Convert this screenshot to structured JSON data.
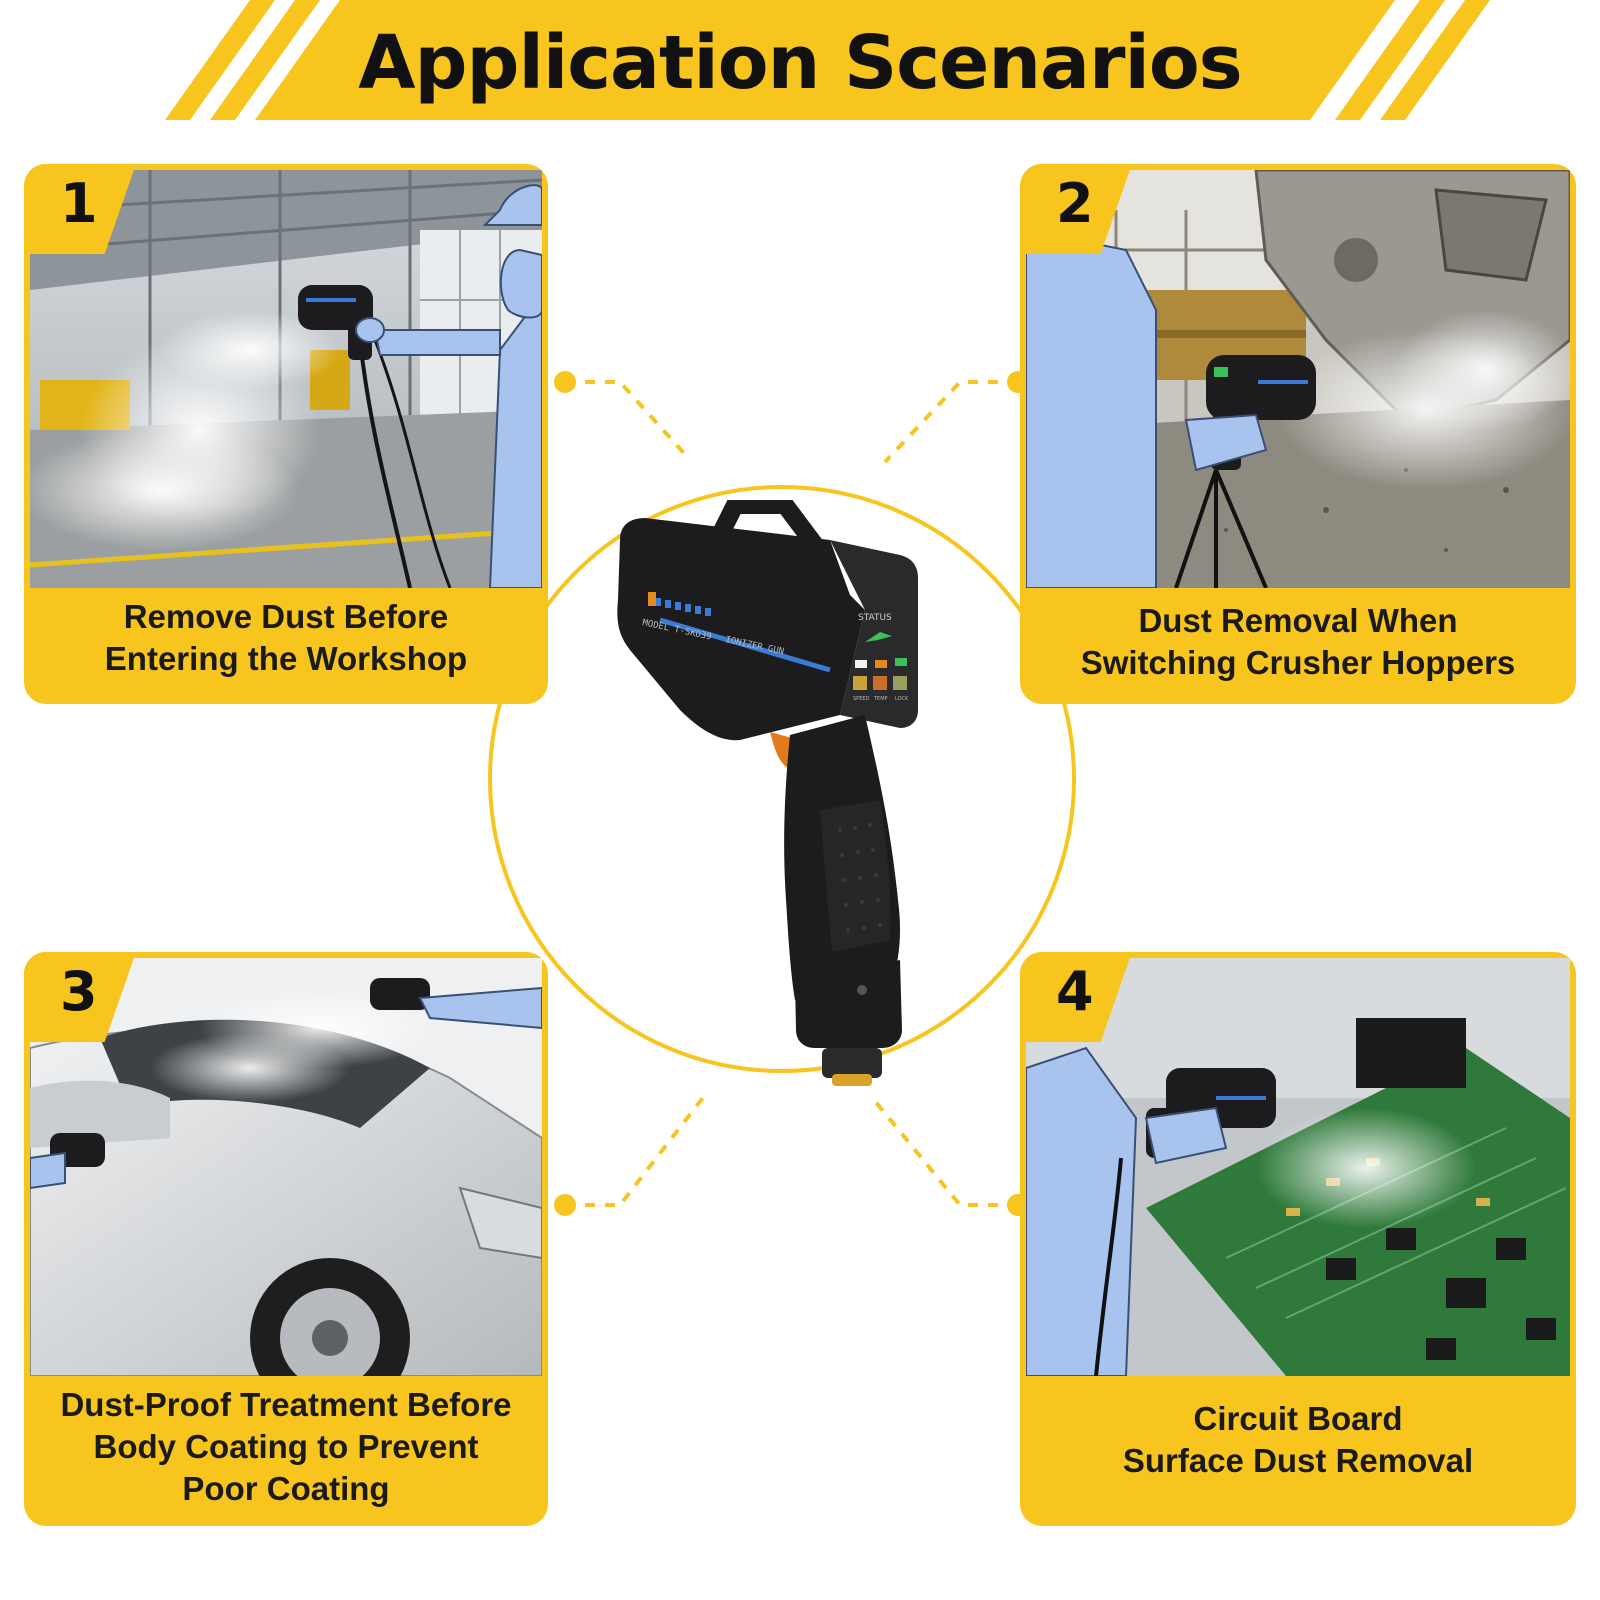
{
  "banner": {
    "title": "Application Scenarios"
  },
  "colors": {
    "accent": "#f7c51e",
    "text": "#111111",
    "glove": "#a9c3ef",
    "device": "#1c1c1e",
    "device_stripe": "#3a7bd5"
  },
  "scenarios": [
    {
      "number": "1",
      "lines": [
        "Remove Dust Before",
        "Entering the Workshop"
      ],
      "image": "workshop-dust-blowing-photo"
    },
    {
      "number": "2",
      "lines": [
        "Dust Removal When",
        "Switching Crusher Hoppers"
      ],
      "image": "crusher-hopper-dust-photo"
    },
    {
      "number": "3",
      "lines": [
        "Dust-Proof Treatment Before",
        "Body Coating to Prevent",
        "Poor Coating"
      ],
      "image": "car-body-coating-photo"
    },
    {
      "number": "4",
      "lines": [
        "Circuit Board",
        "Surface Dust Removal"
      ],
      "image": "circuit-board-cleaning-photo"
    }
  ],
  "product": {
    "status_label": "STATUS",
    "model_label": "MODEL T-SKD39",
    "device_label": "IONIZER GUN",
    "indicator_labels": [
      "SPEED",
      "TEMP",
      "LOCK"
    ]
  }
}
